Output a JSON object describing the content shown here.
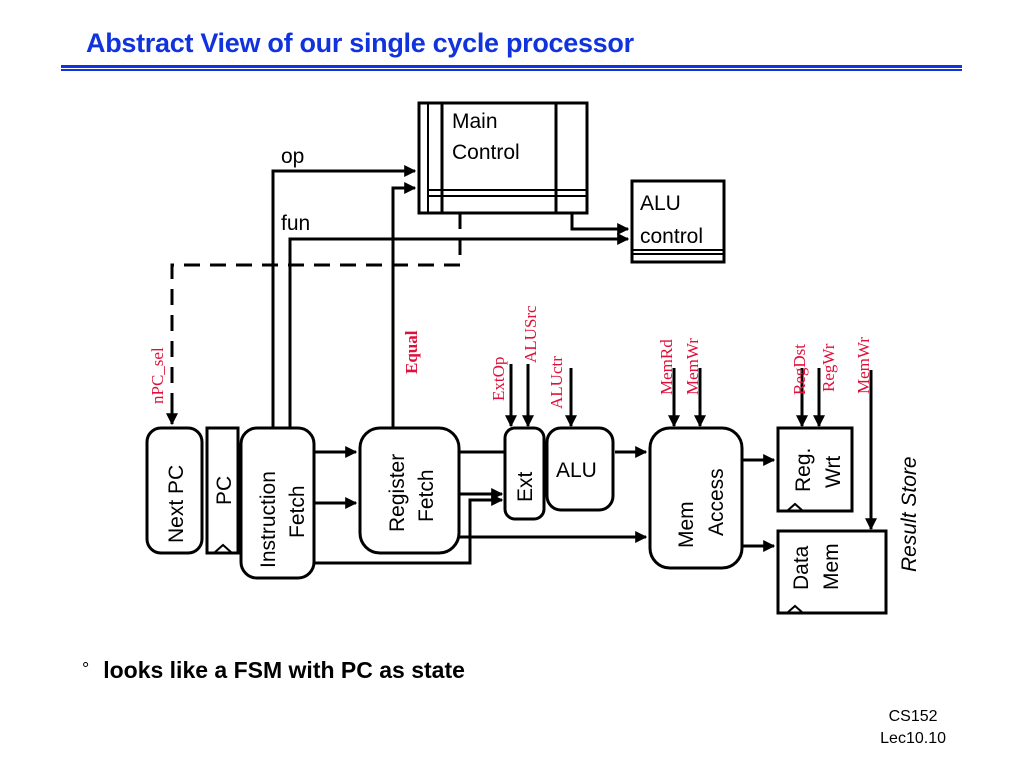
{
  "slide": {
    "title": "Abstract View of our single cycle processor",
    "bullet_marker": "°",
    "bullet_text": "looks like a FSM with PC as state",
    "footer_course": "CS152",
    "footer_lecture": "Lec10.10"
  },
  "colors": {
    "title": "#1133dd",
    "control_signal": "#e0103a",
    "lines": "#000000"
  },
  "blocks": {
    "main_control": [
      "Main",
      "Control"
    ],
    "alu_control": [
      "ALU",
      "control"
    ],
    "next_pc": "Next PC",
    "pc": "PC",
    "instruction_fetch": [
      "Instruction",
      "Fetch"
    ],
    "register_fetch": [
      "Register",
      "Fetch"
    ],
    "ext": "Ext",
    "alu": "ALU",
    "mem_access": [
      "Mem",
      "Access"
    ],
    "reg_wrt": [
      "Reg.",
      "Wrt"
    ],
    "data_mem": [
      "Data",
      "Mem"
    ],
    "result_store": "Result Store"
  },
  "wire_labels": {
    "op": "op",
    "fun": "fun"
  },
  "control_signals": {
    "npc_sel": "nPC_sel",
    "equal": "Equal",
    "extop": "ExtOp",
    "alusrc": "ALUSrc",
    "aluctr": "ALUctr",
    "memrd": "MemRd",
    "memwr_access": "MemWr",
    "regdst": "RegDst",
    "regwr": "RegWr",
    "memwr_store": "MemWr"
  }
}
